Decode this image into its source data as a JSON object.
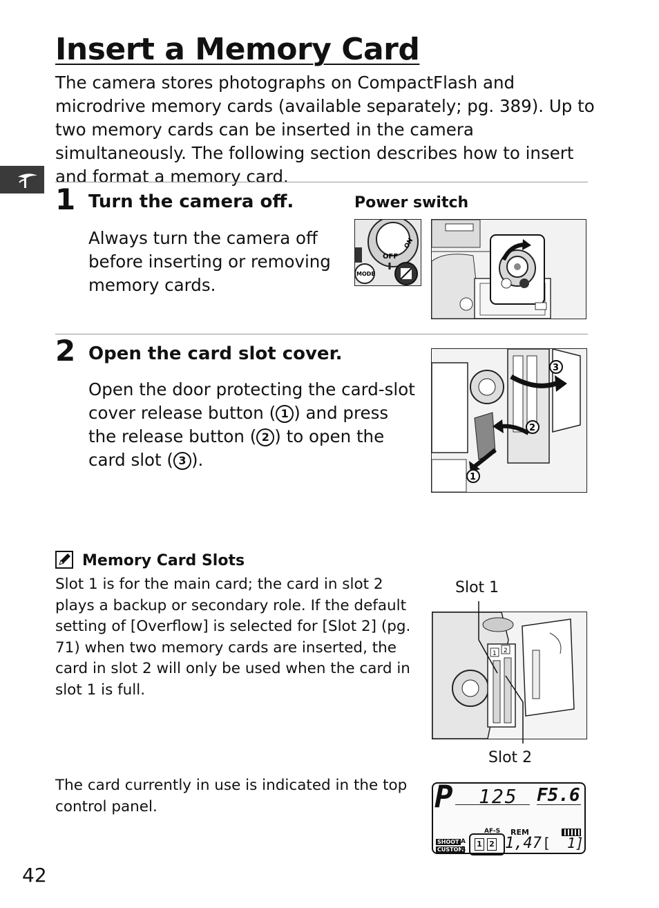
{
  "page": {
    "title": "Insert a Memory Card",
    "intro": "The camera stores photographs on CompactFlash and microdrive memory cards (available separately; pg. 389).  Up to two memory cards can be inserted in the camera simultaneously.  The following section describes how to insert and format a memory card.",
    "side_tab_icon": "camera-setup-icon",
    "page_number": "42"
  },
  "step1": {
    "number": "1",
    "heading": "Turn the camera off.",
    "body": "Always turn the camera off before inserting or removing memory cards.",
    "figure_caption": "Power switch",
    "fig_labels": {
      "off": "OFF",
      "on": "ON",
      "mode": "MODE"
    }
  },
  "step2": {
    "number": "2",
    "heading": "Open the card slot cover.",
    "body_a": "Open the door protecting the card-slot cover release button (",
    "body_b": ") and press the release button (",
    "body_c": ") to open the card slot (",
    "body_d": ").",
    "m1": "1",
    "m2": "2",
    "m3": "3"
  },
  "note": {
    "icon": "pencil-note-icon",
    "heading": "Memory Card Slots",
    "body": "Slot 1 is for the main card; the card in slot 2 plays a backup or secondary role. If the default setting of [Overflow] is selected for [Slot 2] (pg. 71) when two memory cards are inserted, the card in slot 2 will only be used when the card in slot 1 is full.",
    "slot1_label": "Slot 1",
    "slot2_label": "Slot 2",
    "slot_digits": [
      "1",
      "2"
    ],
    "panel_text": "The card currently in use is indicated in the top control panel."
  },
  "control_panel": {
    "mode": "P",
    "shutter": "125",
    "aperture": "F5.6",
    "af": "AF-S",
    "rem": "REM",
    "shoot": "SHOOT",
    "custom": "CUSTOM",
    "a1": "A",
    "a2": "A",
    "card1": "1",
    "card2": "2",
    "count": "1,47",
    "bracket": "[",
    "frames": "1]"
  }
}
